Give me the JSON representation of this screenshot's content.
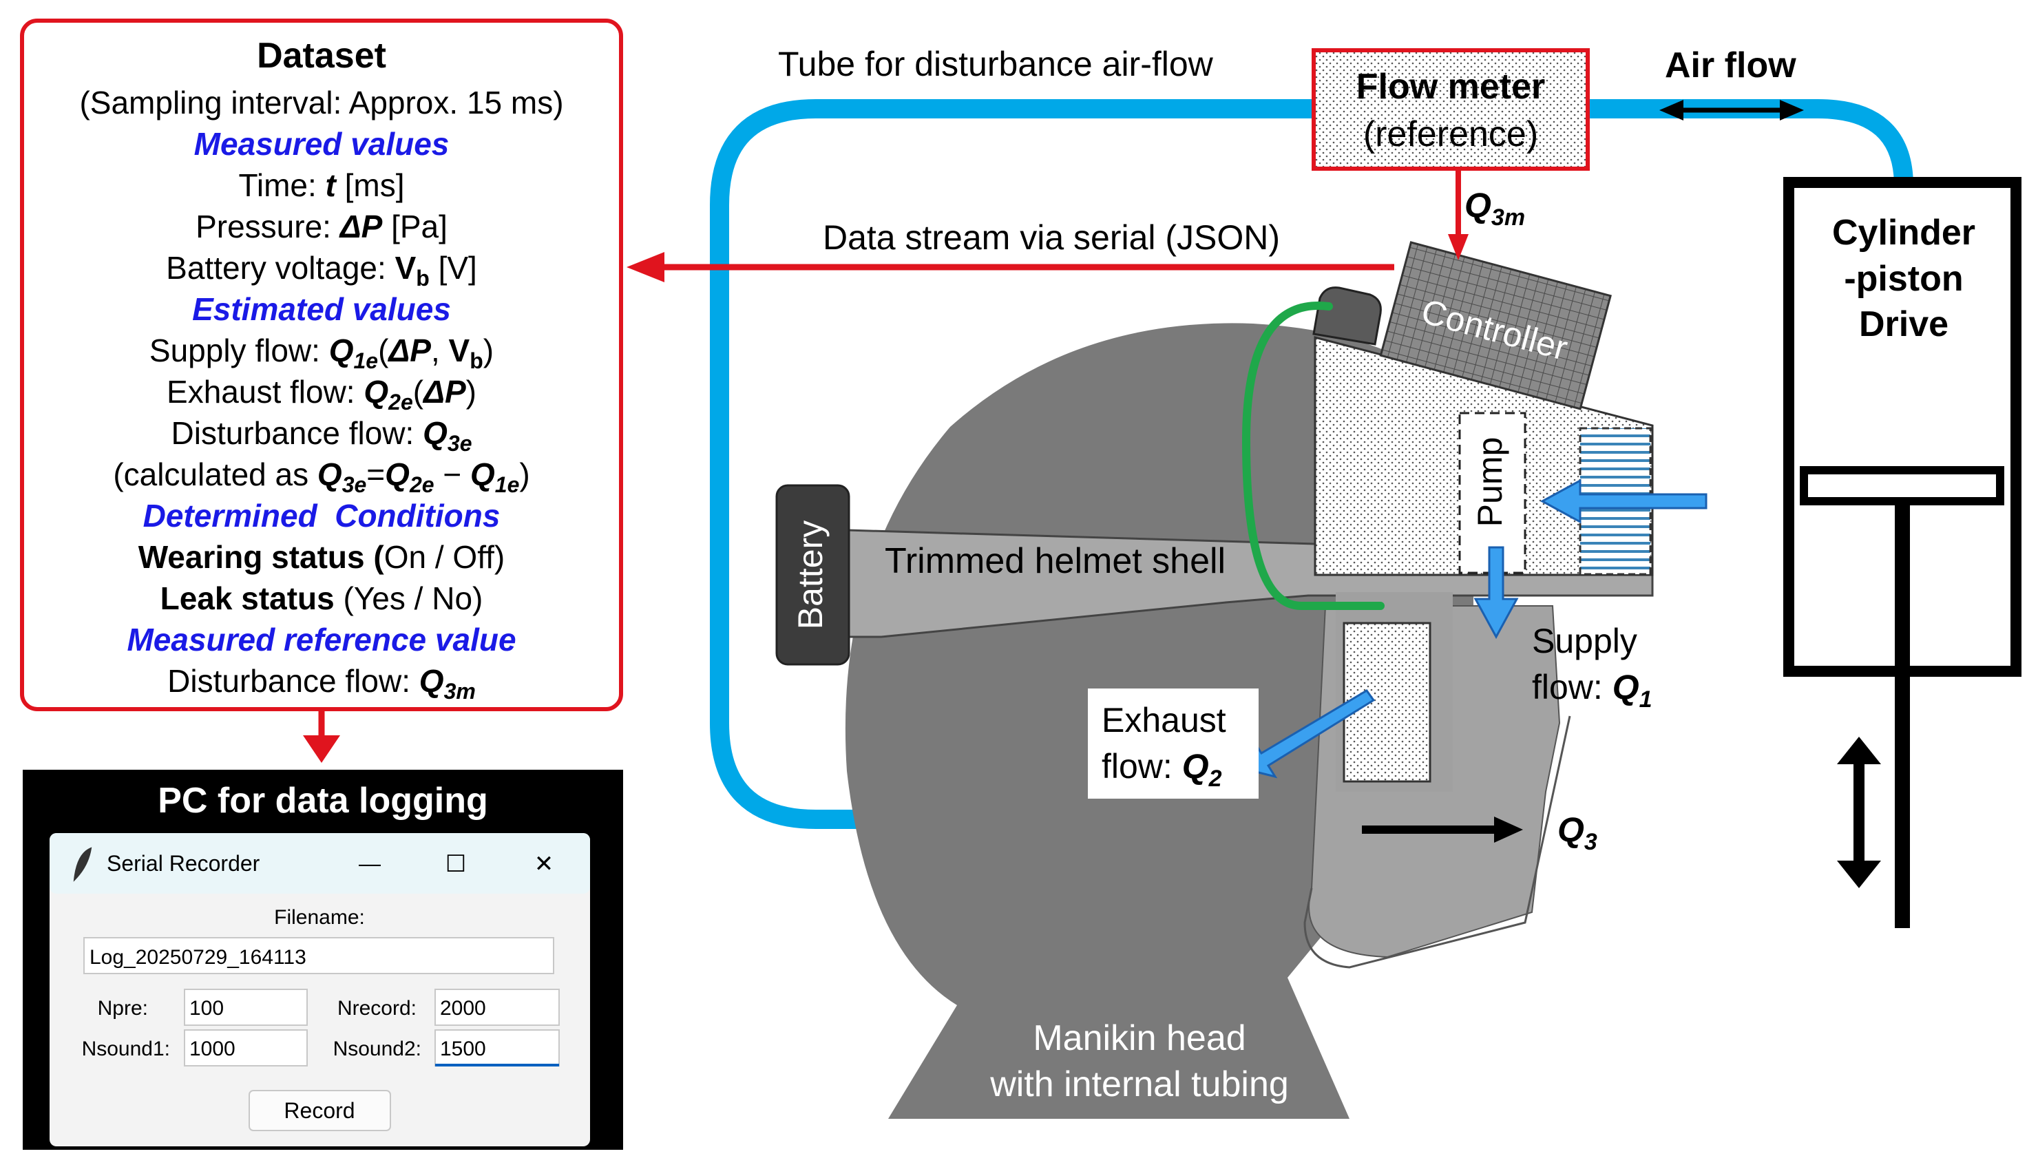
{
  "colors": {
    "tube": "#00a8e8",
    "dataset_border": "#e0141e",
    "arrow_red": "#e0141e",
    "heading_blue": "#1a1ae6",
    "head_gray": "#7a7a7a",
    "pc_panel": "#000000",
    "hose_green": "#1fa84a"
  },
  "dataset": {
    "title": "Dataset",
    "sampling": "(Sampling interval: Approx. 15 ms)",
    "h_measured": "Measured values",
    "time_pre": "Time: ",
    "time_sym": "t",
    "time_unit": " [ms]",
    "pressure_pre": "Pressure: ",
    "pressure_sym": "ΔP",
    "pressure_unit": " [Pa]",
    "battery_pre": "Battery voltage: ",
    "battery_sym": "V",
    "battery_sub": "b",
    "battery_unit": " [V]",
    "h_estimated": "Estimated values",
    "supply_pre": "Supply flow: ",
    "supply_sym": "Q",
    "supply_sub": "1e",
    "supply_args_open": "(",
    "supply_args_dp": "ΔP",
    "supply_args_mid": ", ",
    "supply_args_v": "V",
    "supply_args_vsub": "b",
    "supply_args_close": ")",
    "exhaust_pre": "Exhaust flow: ",
    "exhaust_sym": "Q",
    "exhaust_sub": "2e",
    "exhaust_args_open": "(",
    "exhaust_args_dp": "ΔP",
    "exhaust_args_close": ")",
    "dist_pre": "Disturbance flow: ",
    "dist_sym": "Q",
    "dist_sub": "3e",
    "calc_pre": "(calculated as ",
    "calc_q3": "Q",
    "calc_q3_sub": "3e",
    "calc_eq": "=",
    "calc_q2": "Q",
    "calc_q2_sub": "2e",
    "calc_minus": " − ",
    "calc_q1": "Q",
    "calc_q1_sub": "1e",
    "calc_close": ")",
    "h_determined": "Determined  Conditions",
    "wearing_label": "Wearing status (",
    "wearing_values": "On / Off)",
    "leak_label": "Leak status",
    "leak_values": " (Yes / No)",
    "h_reference": "Measured reference value",
    "ref_pre": "Disturbance flow: ",
    "ref_sym": "Q",
    "ref_sub": "3m"
  },
  "pc": {
    "title": "PC for data logging",
    "window_title": "Serial Recorder",
    "filename_label": "Filename:",
    "filename_value": "Log_20250729_164113",
    "npre_label": "Npre:",
    "npre_value": "100",
    "nrecord_label": "Nrecord:",
    "nrecord_value": "2000",
    "nsound1_label": "Nsound1:",
    "nsound1_value": "1000",
    "nsound2_label": "Nsound2:",
    "nsound2_value": "1500",
    "record_button": "Record",
    "minimize_glyph": "—",
    "maximize_glyph": "☐",
    "close_glyph": "✕"
  },
  "diagram": {
    "tube_label": "Tube for disturbance air-flow",
    "flow_meter_line1": "Flow meter",
    "flow_meter_line2": "(reference)",
    "air_flow": "Air flow",
    "q3m_sym": "Q",
    "q3m_sub": "3m",
    "data_stream": "Data stream via serial (JSON)",
    "controller": "Controller",
    "pump": "Pump",
    "battery": "Battery",
    "helmet": "Trimmed helmet shell",
    "cyl_line1": "Cylinder",
    "cyl_line2": "-piston",
    "cyl_line3": "Drive",
    "supply_line1": "Supply",
    "supply_line2_pre": "flow: ",
    "supply_sym": "Q",
    "supply_sub": "1",
    "exhaust_line1": "Exhaust",
    "exhaust_line2_pre": "flow: ",
    "exhaust_sym": "Q",
    "exhaust_sub": "2",
    "q3_sym": "Q",
    "q3_sub": "3",
    "manikin_line1": "Manikin head",
    "manikin_line2": "with internal tubing"
  }
}
